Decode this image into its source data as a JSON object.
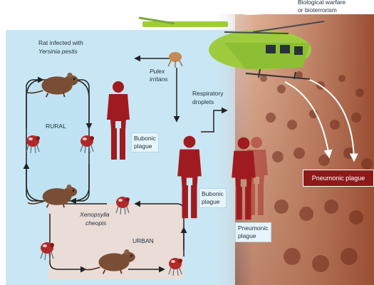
{
  "labels": {
    "warfare_line1": "Biological warfare",
    "warfare_line2": "or bioterrorism",
    "rat_infected_line1": "Rat infected with",
    "rat_infected_line2": "Yersinia pestis",
    "pulex_line1": "Pulex",
    "pulex_line2": "irritans",
    "respiratory_line1": "Respiratory",
    "respiratory_line2": "droplets",
    "rural": "RURAL",
    "urban": "URBAN",
    "xenopsylla_line1": "Xenopsylla",
    "xenopsylla_line2": "cheopis",
    "bubonic1_line1": "Bubonic",
    "bubonic1_line2": "plague",
    "bubonic2_line1": "Bubonic",
    "bubonic2_line2": "plague",
    "pneumonic_small_line1": "Pneumonic",
    "pneumonic_small_line2": "plague",
    "pneumonic_banner": "Pneumonic plague"
  },
  "colors": {
    "panel_blue": "#c9e6f4",
    "rural_box": "#bfe3f2",
    "urban_box": "#eadcd6",
    "human_red": "#a01b1f",
    "rat_brown": "#7a4e34",
    "crowd": "#a0563a",
    "helicopter": "#9fcc3e"
  },
  "icons": [
    "rat-icon",
    "flea-icon",
    "human-figure-icon",
    "helicopter-icon",
    "crowd-photo"
  ]
}
